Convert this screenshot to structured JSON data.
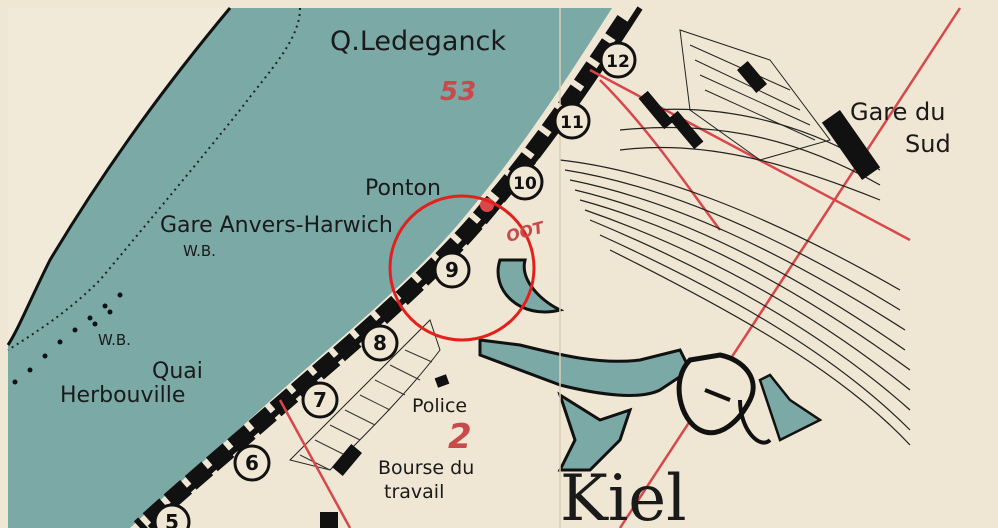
{
  "labels": {
    "quai_ledeganck": "Q.Ledeganck",
    "gare_anvers_harwich": "Gare Anvers-Harwich",
    "wb_1": "W.B.",
    "wb_2": "W.B.",
    "quai": "Quai",
    "herbouville": "Herbouville",
    "ponton": "Ponton",
    "police": "Police",
    "bourse_line1": "Bourse du",
    "bourse_line2": "travail",
    "kiel": "Kiel",
    "gare_du_line1": "Gare du",
    "gare_du_line2": "Sud",
    "oot": "OOT"
  },
  "red_numbers": {
    "n53": "53",
    "n2": "2"
  },
  "berths": [
    "5",
    "6",
    "7",
    "8",
    "9",
    "10",
    "11",
    "12"
  ],
  "highlight": {
    "berth": "9",
    "color": "#e3201b"
  },
  "colors": {
    "water": "#7aa9a6",
    "paper": "#efe7d4",
    "ink": "#111111",
    "red_line": "#d9474a",
    "red_text": "#c84a4a"
  }
}
